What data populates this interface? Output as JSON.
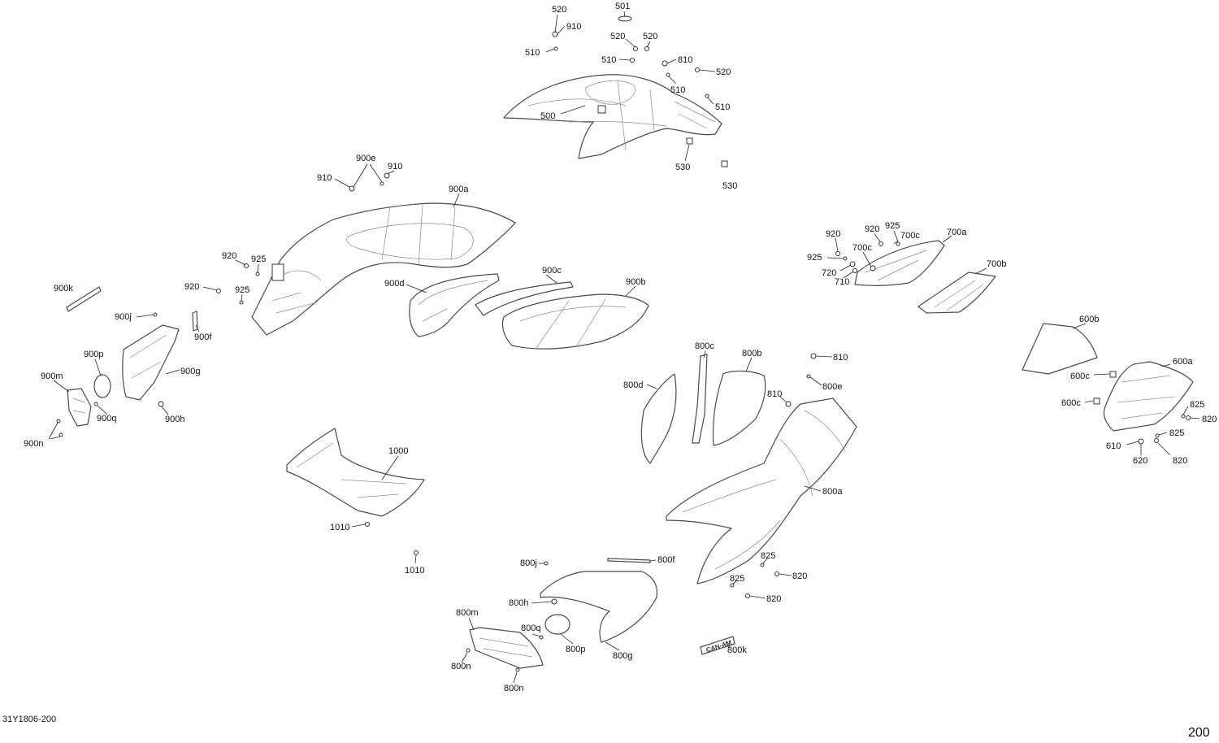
{
  "doc_code": "31Y1806-200",
  "page_number": "200",
  "labels": [
    "520",
    "910",
    "510",
    "501",
    "520",
    "520",
    "510",
    "810",
    "520",
    "510",
    "510",
    "500",
    "530",
    "530",
    "900e",
    "910",
    "910",
    "900a",
    "920",
    "925",
    "920",
    "925",
    "900k",
    "900d",
    "900c",
    "900b",
    "900j",
    "900f",
    "900p",
    "900g",
    "900m",
    "900q",
    "900h",
    "900n",
    "920",
    "920",
    "925",
    "700c",
    "700a",
    "925",
    "700c",
    "720",
    "710",
    "700b",
    "600b",
    "600a",
    "600c",
    "600c",
    "825",
    "820",
    "825",
    "610",
    "620",
    "820",
    "800c",
    "800b",
    "810",
    "800e",
    "800d",
    "810",
    "800a",
    "1000",
    "1010",
    "1010",
    "800f",
    "800j",
    "825",
    "820",
    "825",
    "820",
    "800h",
    "800m",
    "800q",
    "800p",
    "800g",
    "800n",
    "800n",
    "800k"
  ],
  "logo_text": "CAN-AM"
}
